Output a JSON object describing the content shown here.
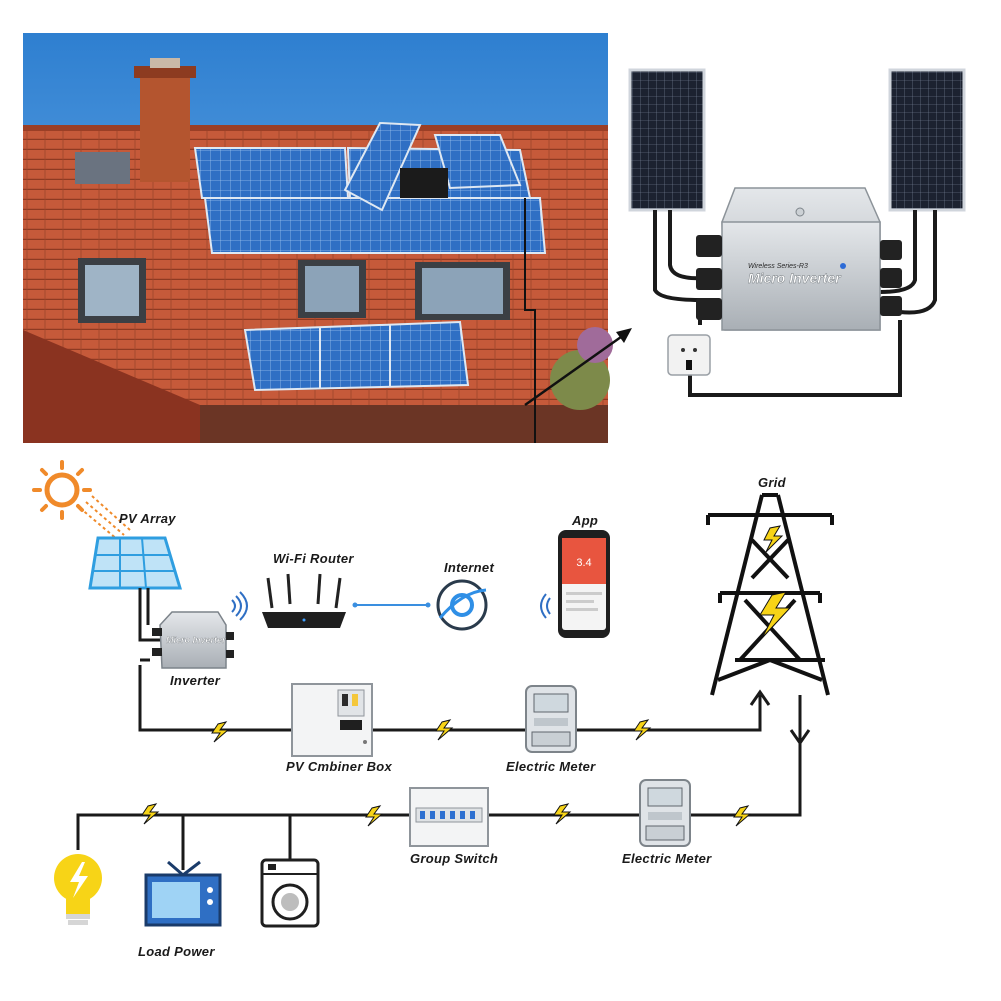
{
  "inverter_product": {
    "series_text": "Wireless Series-R3",
    "title_text": "Micro Inverter"
  },
  "diagram": {
    "labels": {
      "pv_array": "PV Array",
      "wifi_router": "Wi-Fi Router",
      "internet": "Internet",
      "app": "App",
      "grid": "Grid",
      "inverter": "Inverter",
      "inverter_badge": "Micro Inverter",
      "combiner_box": "PV Cmbiner Box",
      "electric_meter_top": "Electric Meter",
      "electric_meter_bottom": "Electric Meter",
      "group_switch": "Group Switch",
      "load_power": "Load Power"
    },
    "app_value": "3.4"
  },
  "colors": {
    "sky": "#3f8fd8",
    "roof_tile": "#c65a3a",
    "panel_blue": "#2f6fc4",
    "sun_orange": "#f08a2a",
    "bolt_yellow": "#f7d417",
    "app_red": "#e8553f",
    "wire": "#1a1a1a",
    "router_link": "#3a8fe0"
  }
}
